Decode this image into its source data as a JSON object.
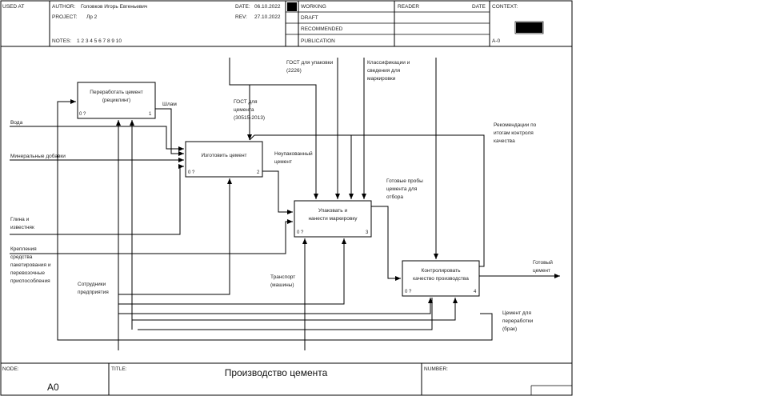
{
  "header": {
    "used_at": "USED AT",
    "author_label": "AUTHOR:",
    "author": "Головков Игорь Евгеньевич",
    "project_label": "PROJECT:",
    "project": "Лр 2",
    "date_label": "DATE:",
    "date": "06.10.2022",
    "rev_label": "REV:",
    "rev": "27.10.2022",
    "notes_label": "NOTES:",
    "notes": "1  2  3  4  5  6  7  8  9  10",
    "status_working": "WORKING",
    "status_draft": "DRAFT",
    "status_recommended": "RECOMMENDED",
    "status_publication": "PUBLICATION",
    "reader": "READER",
    "reader_date": "DATE",
    "context": "CONTEXT:",
    "context_node": "A-0"
  },
  "boxes": {
    "b1": {
      "line1": "Переработать цемент",
      "line2": "(рециклинг)",
      "code": "0 ?",
      "num": "1"
    },
    "b2": {
      "line1": "Изготовить цемент",
      "code": "0 ?",
      "num": "2"
    },
    "b3": {
      "line1": "Упаковать и",
      "line2": "нанести маркировку",
      "code": "0 ?",
      "num": "3"
    },
    "b4": {
      "line1": "Контролировать",
      "line2": "качество производства",
      "code": "0 ?",
      "num": "4"
    }
  },
  "labels": {
    "voda": "Вода",
    "mineral": "Минеральные добавки",
    "glina1": "Глина и",
    "glina2": "известняк",
    "krep1": "Крепления",
    "krep2": "средства",
    "krep3": "пакетирования  и",
    "krep4": "перевозочные",
    "krep5": "приспособления",
    "shlam": "Шлам",
    "gost_c1": "ГОСТ для",
    "gost_c2": "цемента",
    "gost_c3": "(30515-2013)",
    "gost_u1": "ГОСТ для упаковки",
    "gost_u2": "(2226)",
    "klass1": "Классификации и",
    "klass2": "сведения для",
    "klass3": "маркировки",
    "neup1": "Неупакованный",
    "neup2": "цемент",
    "gotprob1": "Готовые пробы",
    "gotprob2": "цемента для",
    "gotprob3": "отбора",
    "rekom1": "Рекомендации по",
    "rekom2": "итогам контроля",
    "rekom3": "качества",
    "gotcem1": "Готовый",
    "gotcem2": "цемент",
    "transp1": "Транспорт",
    "transp2": "(машины)",
    "sotr1": "Сотрудники",
    "sotr2": "предприятия",
    "pererab1": "Цемент для",
    "pererab2": "переработки",
    "pererab3": "(брак)"
  },
  "footer": {
    "node_label": "NODE:",
    "node": "A0",
    "title_label": "TITLE:",
    "title": "Производство цемента",
    "number_label": "NUMBER:"
  }
}
